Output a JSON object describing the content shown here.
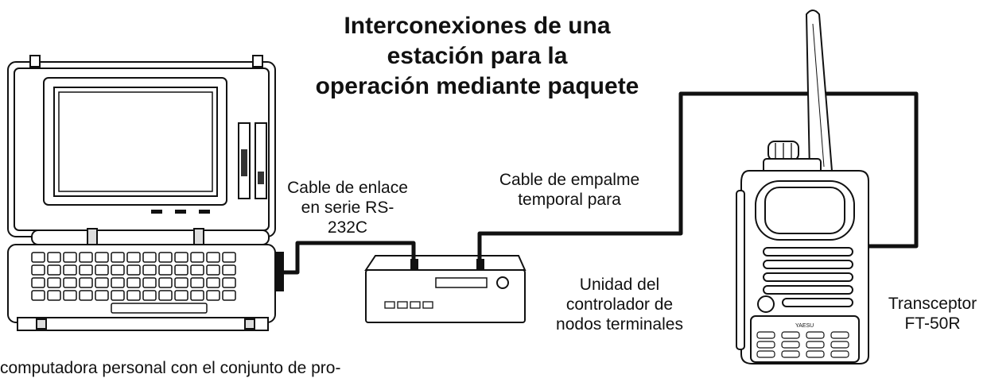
{
  "title": {
    "lines": [
      "Interconexiones de una",
      "estación para la",
      "operación mediante paquete"
    ]
  },
  "labels": {
    "serial_cable": [
      "Cable de enlace",
      "en serie RS-",
      "232C"
    ],
    "patch_cable": [
      "Cable de empalme",
      "temporal para"
    ],
    "tnc": [
      "Unidad del",
      "controlador de",
      "nodos terminales"
    ],
    "transceiver": [
      "Transceptor",
      "FT-50R"
    ],
    "computer": "computadora personal con el conjunto de pro-"
  },
  "radio_brand": "YAESU"
}
